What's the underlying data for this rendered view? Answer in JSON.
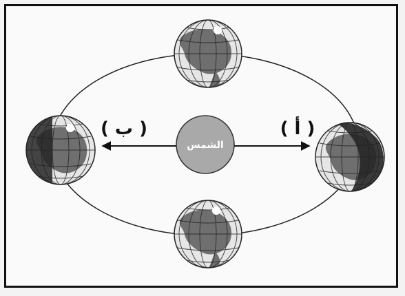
{
  "diagram": {
    "sun_label": "الشمس",
    "left_label": "( ب )",
    "right_label": "( أ )"
  },
  "colors": {
    "frame": "#111111",
    "orbit": "#222222",
    "sun_fill": "#a9a9a9",
    "land": "#6f6f6f",
    "ocean": "#e6e6e6",
    "night": "#262626"
  }
}
